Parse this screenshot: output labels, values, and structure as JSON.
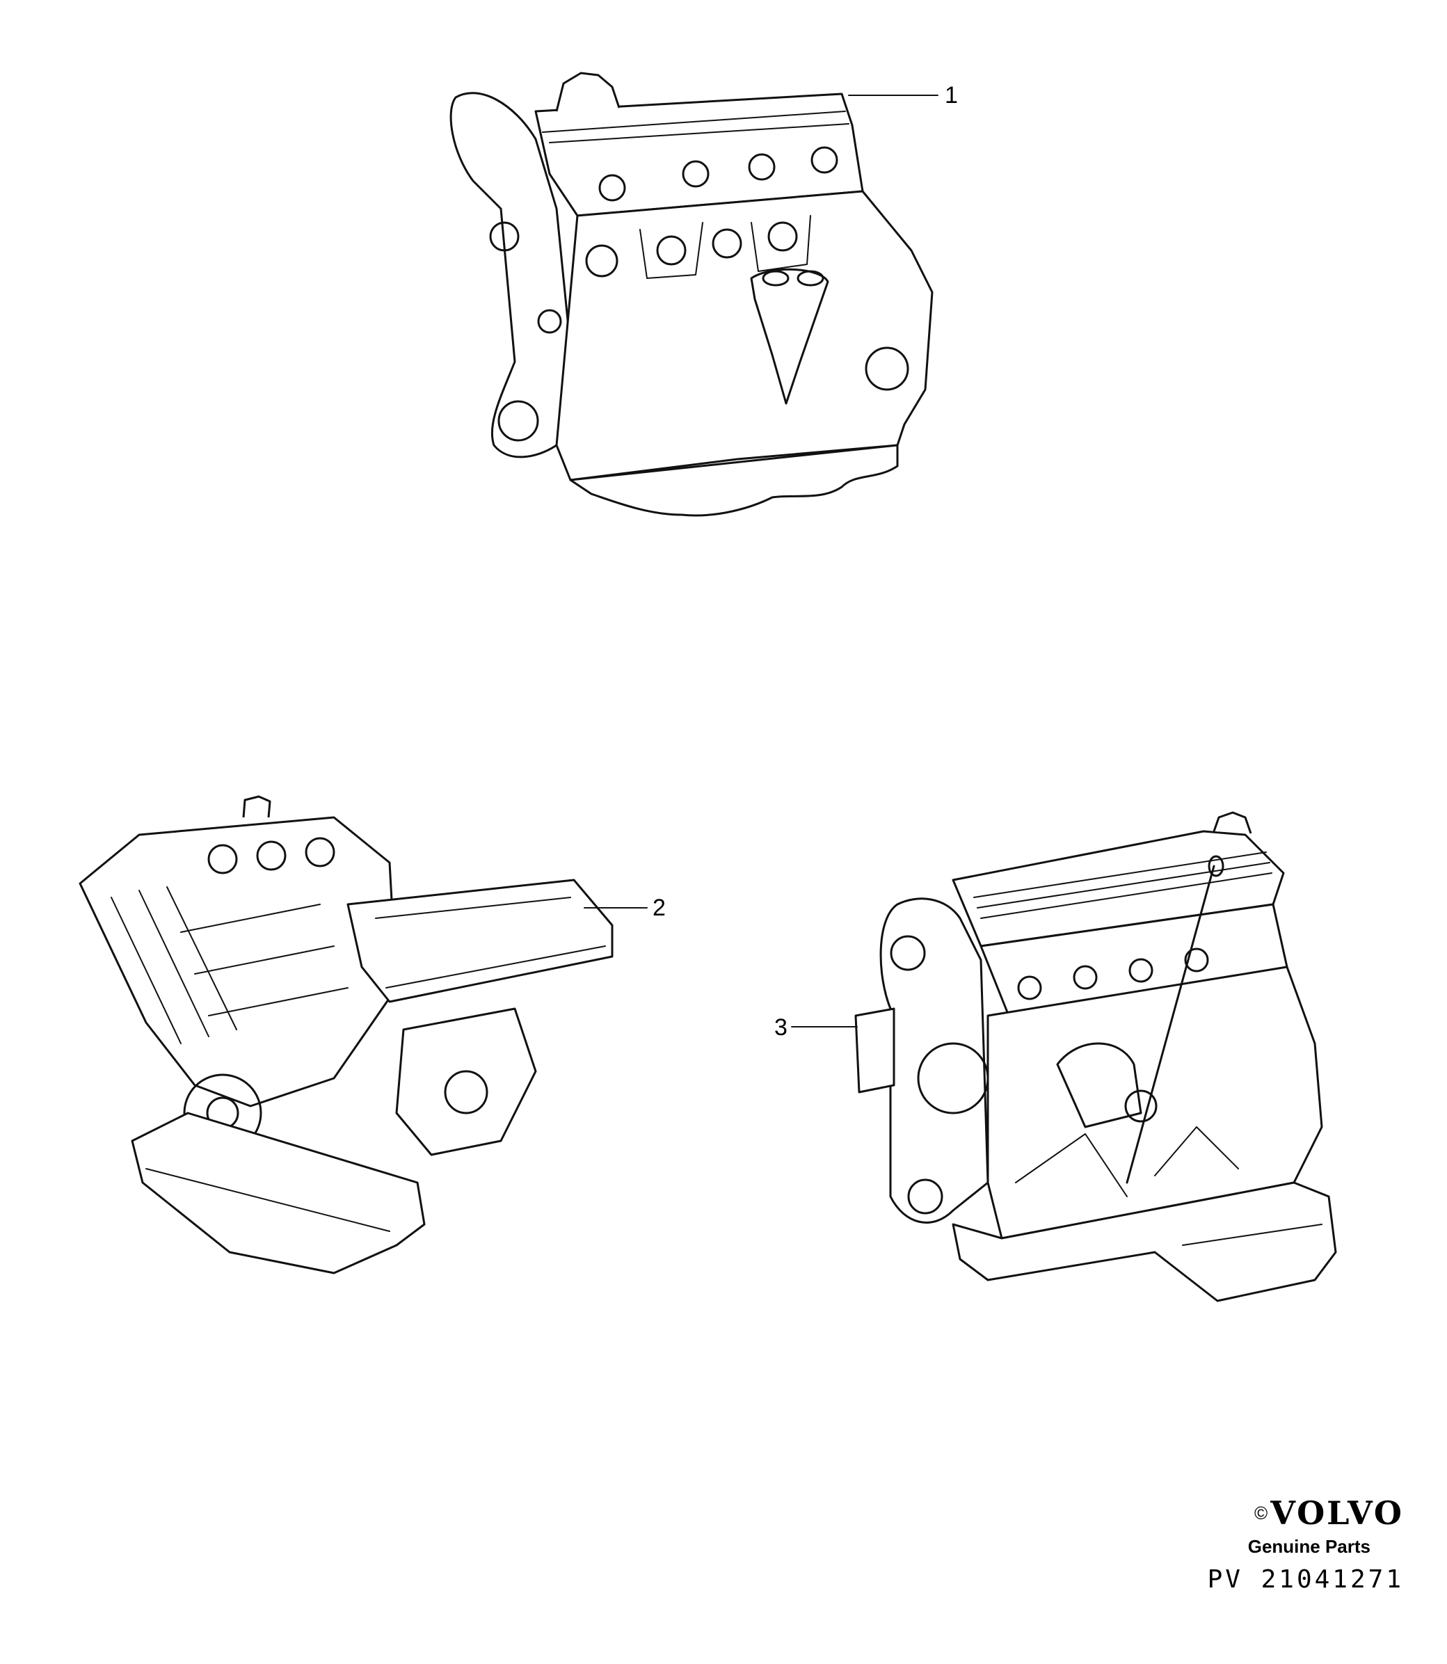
{
  "callouts": [
    {
      "number": "1"
    },
    {
      "number": "2"
    },
    {
      "number": "3"
    }
  ],
  "brand": {
    "copyright_symbol": "©",
    "logo_text": "VOLVO",
    "tagline": "Genuine Parts",
    "reference": "PV 21041271"
  }
}
